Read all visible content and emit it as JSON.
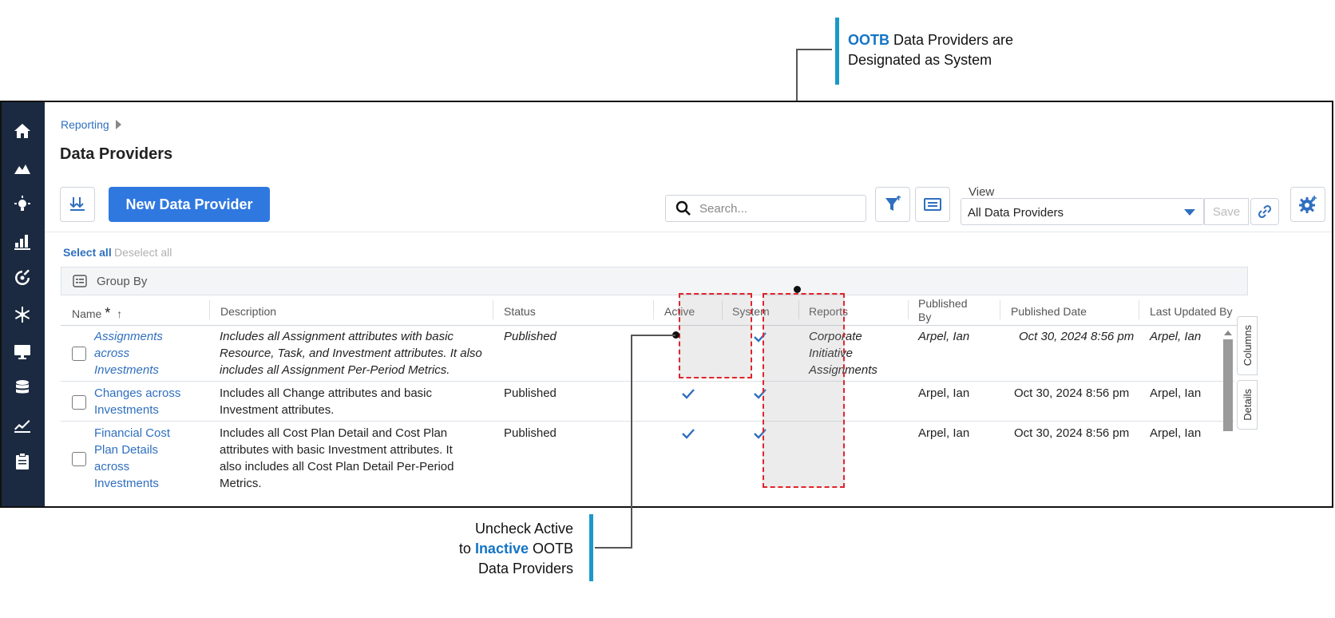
{
  "callouts": {
    "top": {
      "accent": "OOTB",
      "line1_rest": " Data Providers are",
      "line2": "Designated as System"
    },
    "bottom": {
      "line1": "Uncheck Active",
      "line2_pre": "to ",
      "accent": "Inactive",
      "line2_post": " OOTB",
      "line3": "Data Providers"
    }
  },
  "breadcrumb": {
    "label": "Reporting"
  },
  "page": {
    "title": "Data Providers"
  },
  "toolbar": {
    "new_button": "New Data Provider",
    "search_placeholder": "Search...",
    "view_label": "View",
    "view_value": "All Data Providers",
    "save_label": "Save"
  },
  "selection": {
    "select_all": "Select all",
    "deselect_all": "Deselect all"
  },
  "group_by": {
    "label": "Group By"
  },
  "table": {
    "columns": {
      "name": "Name",
      "required_mark": "*",
      "sort_arrow": "↑",
      "description": "Description",
      "status": "Status",
      "active": "Active",
      "system": "System",
      "reports": "Reports",
      "published_by_1": "Published",
      "published_by_2": "By",
      "published_date": "Published Date",
      "last_updated_by": "Last Updated By"
    },
    "rows": [
      {
        "name_lines": [
          "Assignments",
          "across",
          "Investments"
        ],
        "description_lines": [
          "Includes all Assignment attributes with basic",
          "Resource, Task, and Investment attributes. It also",
          "includes all Assignment Per-Period Metrics."
        ],
        "status": "Published",
        "active": false,
        "system": true,
        "reports_lines": [
          "Corporate",
          "Initiative",
          "Assignments"
        ],
        "published_by": "Arpel, Ian",
        "published_date": "Oct 30, 2024 8:56 pm",
        "last_updated_by": "Arpel, Ian",
        "italic": true
      },
      {
        "name_lines": [
          "Changes across",
          "Investments"
        ],
        "description_lines": [
          "Includes all Change attributes and basic",
          "Investment attributes."
        ],
        "status": "Published",
        "active": true,
        "system": true,
        "reports_lines": [],
        "published_by": "Arpel, Ian",
        "published_date": "Oct 30, 2024 8:56 pm",
        "last_updated_by": "Arpel, Ian",
        "italic": false
      },
      {
        "name_lines": [
          "Financial Cost",
          "Plan Details",
          "across",
          "Investments"
        ],
        "description_lines": [
          "Includes all Cost Plan Detail and Cost Plan",
          "attributes with basic Investment attributes. It",
          "also includes all Cost Plan Detail Per-Period",
          "Metrics."
        ],
        "status": "Published",
        "active": true,
        "system": true,
        "reports_lines": [],
        "published_by": "Arpel, Ian",
        "published_date": "Oct 30, 2024 8:56 pm",
        "last_updated_by": "Arpel, Ian",
        "italic": false
      }
    ]
  },
  "side_tabs": {
    "columns": "Columns",
    "details": "Details"
  },
  "icons": {
    "rail": [
      "home-icon",
      "landscape-icon",
      "lightbulb-icon",
      "bar-chart-icon",
      "target-icon",
      "snowflake-icon",
      "monitor-icon",
      "database-icon",
      "trend-icon",
      "clipboard-icon"
    ],
    "toolbar": [
      "download-icon",
      "search-icon",
      "filter-icon",
      "list-view-icon",
      "link-icon",
      "settings-gear-icon"
    ]
  },
  "colors": {
    "primary": "#2f78e0",
    "link": "#2f6fbf",
    "rail": "#1b2a41",
    "highlight": "#e0242c",
    "callout_bar": "#1a99c8",
    "accent_text": "#1474c4"
  }
}
